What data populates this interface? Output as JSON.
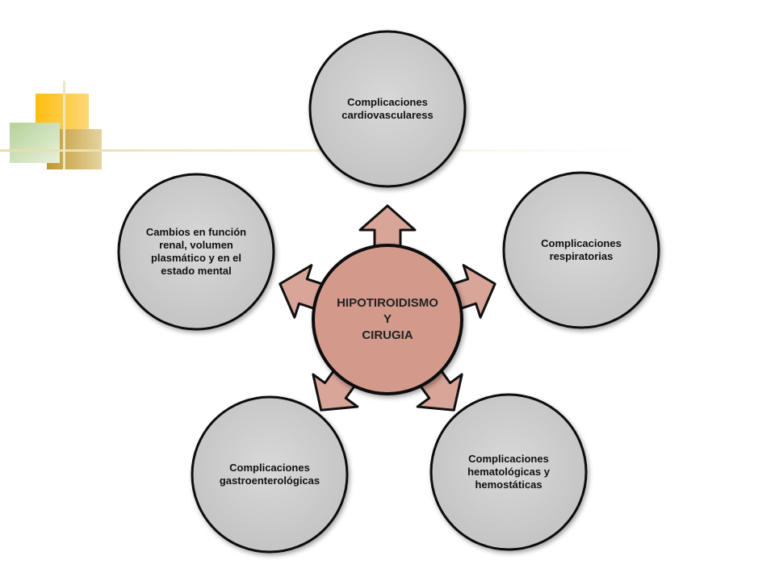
{
  "center": {
    "label": "HIPOTIROIDISMO\nY\nCIRUGIA"
  },
  "nodes": [
    {
      "id": "cardio",
      "label": "Complicaciones\ncardiovascularess"
    },
    {
      "id": "resp",
      "label": "Complicaciones\nrespiratorias"
    },
    {
      "id": "hemato",
      "label": "Complicaciones\nhematológicas y\nhemostáticas"
    },
    {
      "id": "gastro",
      "label": "Complicaciones\ngastroenterológicas"
    },
    {
      "id": "renal",
      "label": "Cambios en función\nrenal, volumen\nplasmático y en el\nestado mental"
    }
  ],
  "colors": {
    "center_fill": "#D39A8B",
    "arrow_fill": "#D8A598",
    "node_fill": "#CFCFCF",
    "stroke": "#111111",
    "deco_yellow": "#FFBF10",
    "deco_olive": "#C9A23A",
    "deco_green": "#B8D49A"
  }
}
